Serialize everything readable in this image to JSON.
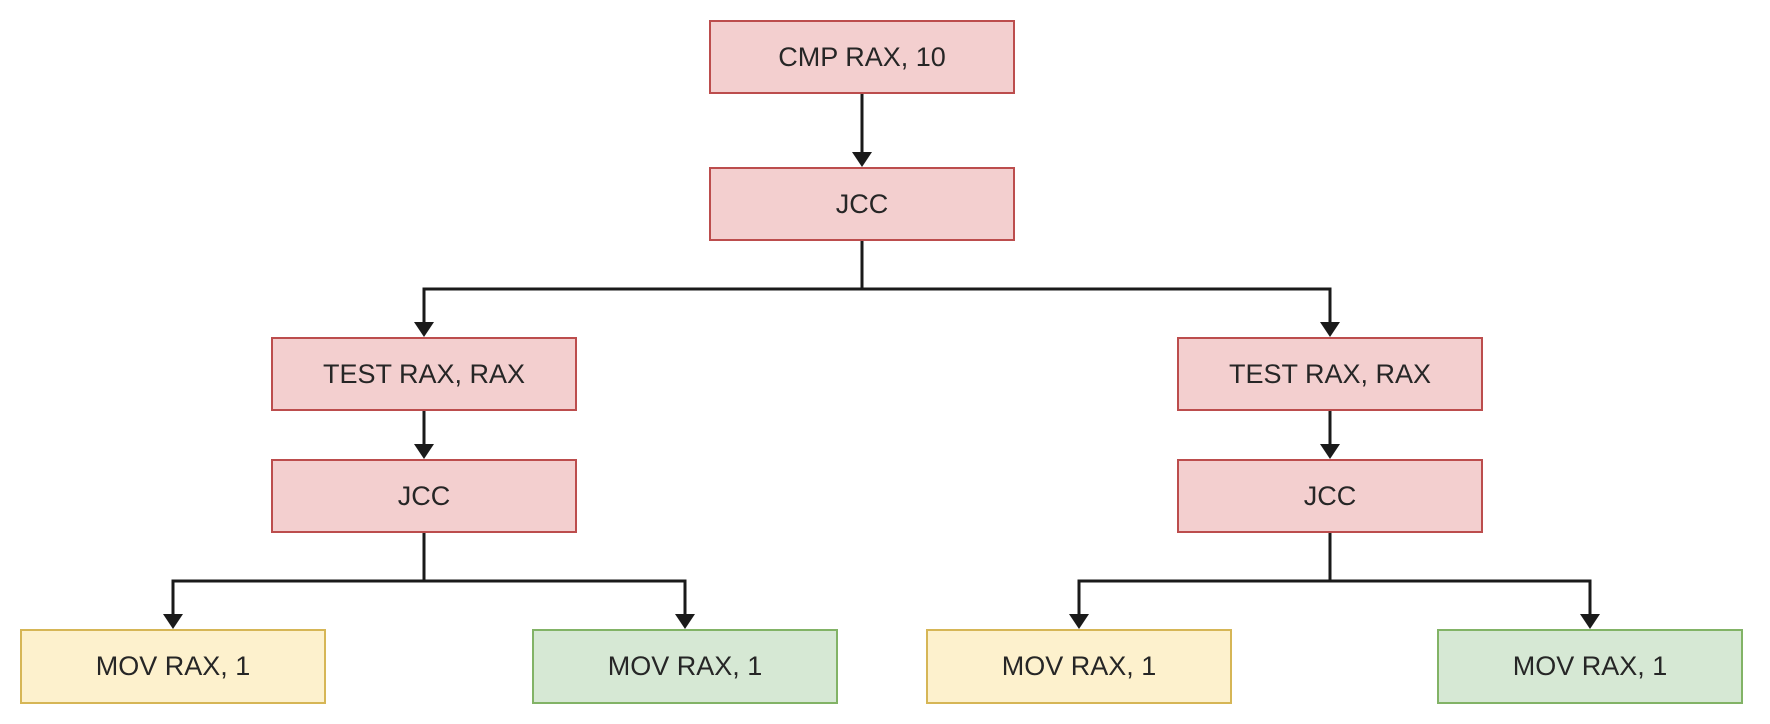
{
  "diagram": {
    "type": "flowchart-tree",
    "nodes": [
      {
        "id": "n0",
        "label": "CMP RAX, 10",
        "color": "red"
      },
      {
        "id": "n1",
        "label": "JCC",
        "color": "red"
      },
      {
        "id": "n2",
        "label": "TEST RAX, RAX",
        "color": "red"
      },
      {
        "id": "n3",
        "label": "JCC",
        "color": "red"
      },
      {
        "id": "n4",
        "label": "TEST RAX, RAX",
        "color": "red"
      },
      {
        "id": "n5",
        "label": "JCC",
        "color": "red"
      },
      {
        "id": "n6",
        "label": "MOV RAX, 1",
        "color": "yellow"
      },
      {
        "id": "n7",
        "label": "MOV RAX, 1",
        "color": "green"
      },
      {
        "id": "n8",
        "label": "MOV RAX, 1",
        "color": "yellow"
      },
      {
        "id": "n9",
        "label": "MOV RAX, 1",
        "color": "green"
      }
    ],
    "edges": [
      {
        "from": "n0",
        "to": "n1"
      },
      {
        "from": "n1",
        "to": "n2"
      },
      {
        "from": "n1",
        "to": "n4"
      },
      {
        "from": "n2",
        "to": "n3"
      },
      {
        "from": "n4",
        "to": "n5"
      },
      {
        "from": "n3",
        "to": "n6"
      },
      {
        "from": "n3",
        "to": "n7"
      },
      {
        "from": "n5",
        "to": "n8"
      },
      {
        "from": "n5",
        "to": "n9"
      }
    ],
    "colors": {
      "red_fill": "#f3cfcf",
      "red_border": "#bc4d4d",
      "yellow_fill": "#fdf1cd",
      "yellow_border": "#d6b656",
      "green_fill": "#d6e8d4",
      "green_border": "#82b366",
      "edge": "#1a1a1a"
    }
  }
}
